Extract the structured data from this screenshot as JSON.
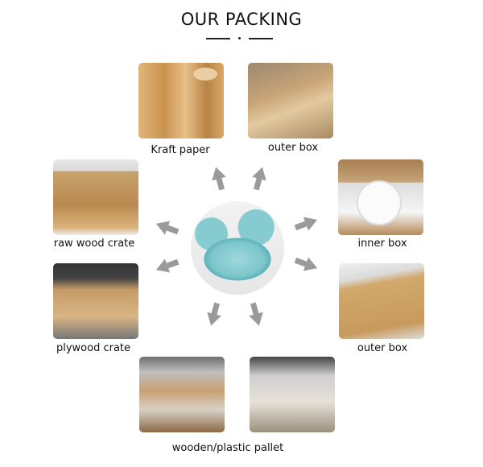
{
  "title": "OUR PACKING",
  "items": [
    {
      "label": "Kraft paper"
    },
    {
      "label": "outer box"
    },
    {
      "label": "raw wood crate"
    },
    {
      "label": "inner box"
    },
    {
      "label": "plywood crate"
    },
    {
      "label": "outer box"
    },
    {
      "label": "wooden/plastic pallet"
    }
  ],
  "colors": {
    "arrow": "#9a9a9a",
    "text": "#111111"
  },
  "icons": {
    "arrow": "arrow-icon"
  }
}
